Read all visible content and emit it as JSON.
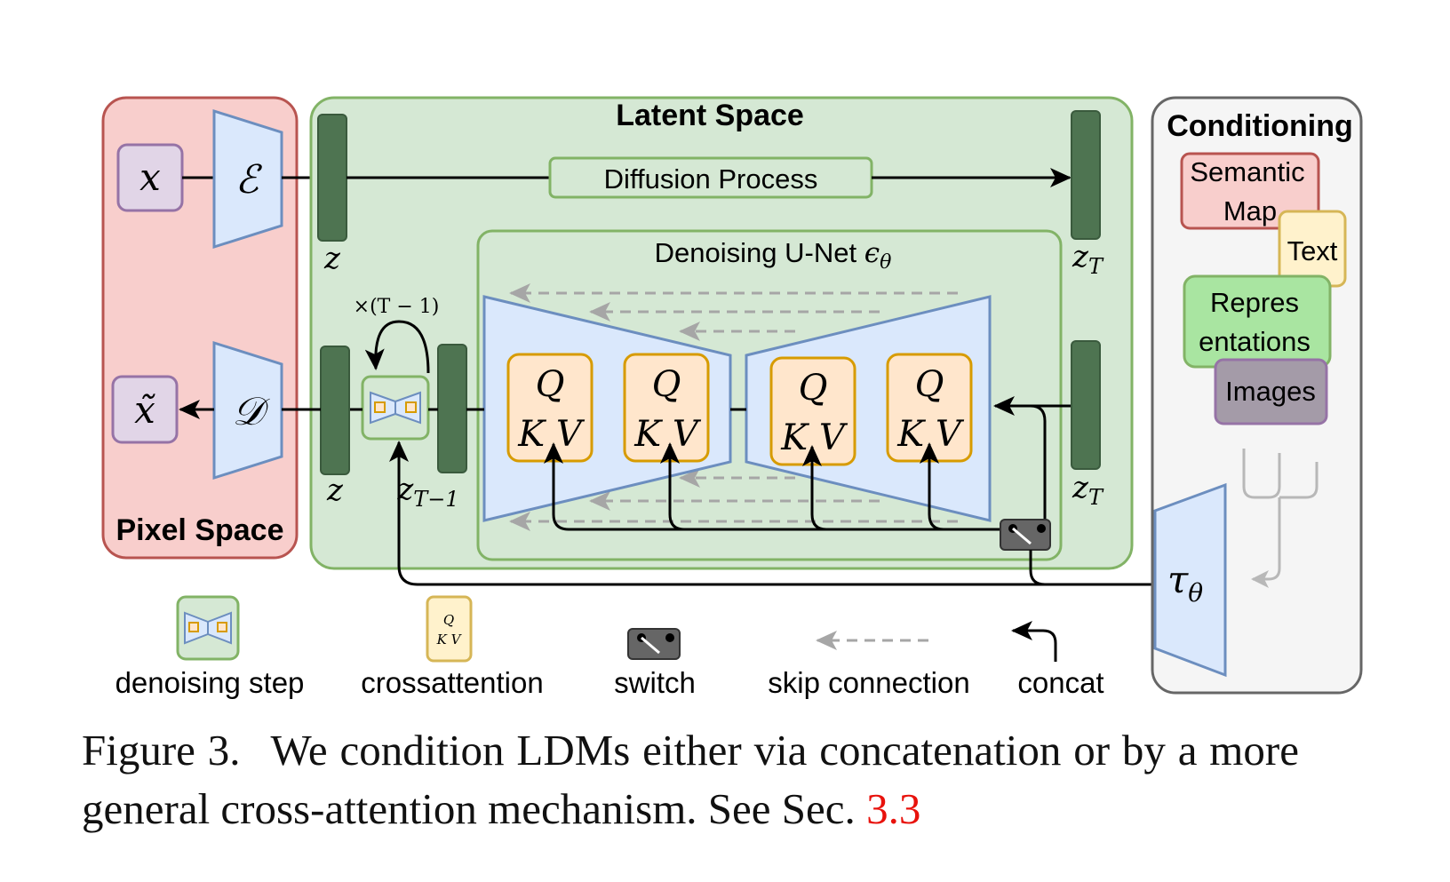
{
  "regions": {
    "pixel_space": "Pixel Space",
    "latent_space": "Latent Space",
    "conditioning": "Conditioning",
    "unet": "Denoising U-Net",
    "unet_symbol": "ϵ",
    "unet_symbol_sub": "θ"
  },
  "process": {
    "diffusion": "Diffusion Process"
  },
  "symbols": {
    "x": "x",
    "x_tilde": "x̃",
    "encoder": "ℰ",
    "decoder": "𝒟",
    "z": "z",
    "z_T": "z",
    "z_T_sub": "T",
    "z_T_minus_1": "z",
    "z_T_minus_1_sub": "T−1",
    "repeat": "×(T − 1)",
    "tau": "τ",
    "tau_sub": "θ"
  },
  "attention": {
    "q": "Q",
    "kv": "K V"
  },
  "conditioning_inputs": {
    "semantic_map_line1": "Semantic",
    "semantic_map_line2": "Map",
    "text": "Text",
    "representations_line1": "Repres",
    "representations_line2": "entations",
    "images": "Images"
  },
  "legend": {
    "denoising_step": "denoising step",
    "crossattention": "crossattention",
    "switch": "switch",
    "skip_connection": "skip connection",
    "concat": "concat",
    "mini_q": "Q",
    "mini_kv": "K V"
  },
  "caption": {
    "label": "Figure 3.",
    "text": "We condition LDMs either via concatenation or by a more general cross-attention mechanism. See Sec.",
    "ref": "3.3"
  },
  "colors": {
    "pixel_fill": "#f8cecc",
    "pixel_stroke": "#b85450",
    "latent_fill": "#d5e8d4",
    "latent_stroke": "#82b366",
    "cond_fill": "#f5f5f5",
    "cond_stroke": "#666666",
    "blue_fill": "#dae8fc",
    "blue_stroke": "#6c8ebf",
    "purple_fill": "#e1d5e7",
    "purple_stroke": "#9673a6",
    "orange_fill": "#ffe6cc",
    "orange_stroke": "#d79b00",
    "yellow_fill": "#fff2cc",
    "yellow_stroke": "#d6b656",
    "bar_fill": "#4e7451",
    "bar_stroke": "#3a5a3d",
    "images_fill": "#a49ba8",
    "reps_fill": "#a9e5a1",
    "ref_red": "#e8120c"
  }
}
